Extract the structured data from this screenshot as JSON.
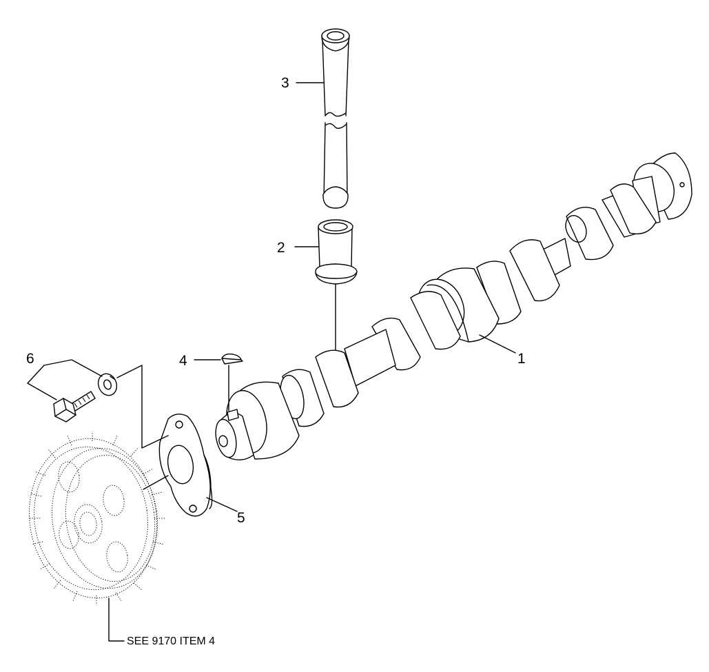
{
  "callouts": [
    {
      "id": "1",
      "label": "1"
    },
    {
      "id": "2",
      "label": "2"
    },
    {
      "id": "3",
      "label": "3"
    },
    {
      "id": "4",
      "label": "4"
    },
    {
      "id": "5",
      "label": "5"
    },
    {
      "id": "6",
      "label": "6"
    }
  ],
  "gear_reference": "SEE 9170 ITEM 4"
}
